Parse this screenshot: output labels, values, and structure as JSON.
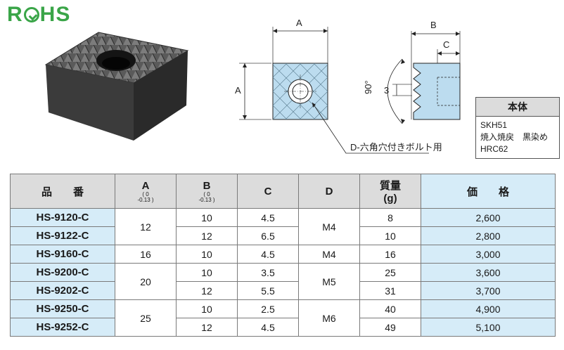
{
  "logo": {
    "text": "RoHS"
  },
  "drawing": {
    "dim_a_top": "A",
    "dim_a_side": "A",
    "dim_b": "B",
    "dim_c": "C",
    "angle": "90°",
    "dim_3": "3",
    "bolt_label": "D-六角穴付きボルト用"
  },
  "material": {
    "title": "本体",
    "lines": [
      "SKH51",
      "焼入焼戻　黒染め",
      "HRC62"
    ]
  },
  "table": {
    "headers": {
      "part_no": "品　　番",
      "a": "A",
      "a_tol_upper": "0",
      "a_tol_lower": "-0.13",
      "b": "B",
      "b_tol_upper": "0",
      "b_tol_lower": "-0.13",
      "c": "C",
      "d": "D",
      "mass": "質量",
      "mass_unit": "(g)",
      "price": "価　　格"
    },
    "rows": [
      {
        "part_no": "HS-9120-C",
        "a": "12",
        "b": "10",
        "c": "4.5",
        "d": "M4",
        "mass": "8",
        "price": "2,600"
      },
      {
        "part_no": "HS-9122-C",
        "a": "",
        "b": "12",
        "c": "6.5",
        "d": "",
        "mass": "10",
        "price": "2,800"
      },
      {
        "part_no": "HS-9160-C",
        "a": "16",
        "b": "10",
        "c": "4.5",
        "d": "M4",
        "mass": "16",
        "price": "3,000"
      },
      {
        "part_no": "HS-9200-C",
        "a": "20",
        "b": "10",
        "c": "3.5",
        "d": "M5",
        "mass": "25",
        "price": "3,600"
      },
      {
        "part_no": "HS-9202-C",
        "a": "",
        "b": "12",
        "c": "5.5",
        "d": "",
        "mass": "31",
        "price": "3,700"
      },
      {
        "part_no": "HS-9250-C",
        "a": "25",
        "b": "10",
        "c": "2.5",
        "d": "M6",
        "mass": "40",
        "price": "4,900"
      },
      {
        "part_no": "HS-9252-C",
        "a": "",
        "b": "12",
        "c": "4.5",
        "d": "",
        "mass": "49",
        "price": "5,100"
      }
    ]
  }
}
